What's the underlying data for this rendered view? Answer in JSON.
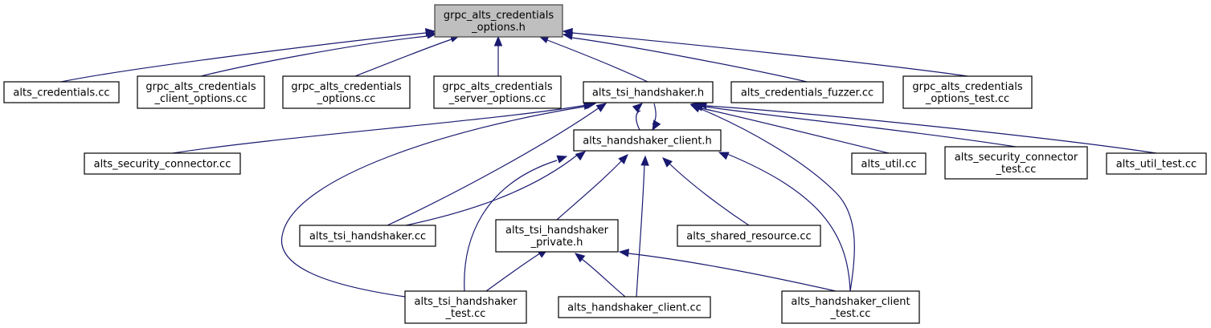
{
  "graph": {
    "type": "include-dependency-graph",
    "edge_color": "#191970",
    "root_fill": "#bfbfbf",
    "nodes": [
      {
        "id": "root",
        "lines": [
          "grpc_alts_credentials",
          "_options.h"
        ],
        "root": true
      },
      {
        "id": "n_alts_credentials_cc",
        "lines": [
          "alts_credentials.cc"
        ]
      },
      {
        "id": "n_client_options_cc",
        "lines": [
          "grpc_alts_credentials",
          "_client_options.cc"
        ]
      },
      {
        "id": "n_options_cc",
        "lines": [
          "grpc_alts_credentials",
          "_options.cc"
        ]
      },
      {
        "id": "n_server_options_cc",
        "lines": [
          "grpc_alts_credentials",
          "_server_options.cc"
        ]
      },
      {
        "id": "n_tsi_handshaker_h",
        "lines": [
          "alts_tsi_handshaker.h"
        ]
      },
      {
        "id": "n_fuzzer_cc",
        "lines": [
          "alts_credentials_fuzzer.cc"
        ]
      },
      {
        "id": "n_options_test_cc",
        "lines": [
          "grpc_alts_credentials",
          "_options_test.cc"
        ]
      },
      {
        "id": "n_security_connector_cc",
        "lines": [
          "alts_security_connector.cc"
        ]
      },
      {
        "id": "n_handshaker_client_h",
        "lines": [
          "alts_handshaker_client.h"
        ]
      },
      {
        "id": "n_util_cc",
        "lines": [
          "alts_util.cc"
        ]
      },
      {
        "id": "n_security_connector_test_cc",
        "lines": [
          "alts_security_connector",
          "_test.cc"
        ]
      },
      {
        "id": "n_util_test_cc",
        "lines": [
          "alts_util_test.cc"
        ]
      },
      {
        "id": "n_tsi_handshaker_cc",
        "lines": [
          "alts_tsi_handshaker.cc"
        ]
      },
      {
        "id": "n_tsi_handshaker_private_h",
        "lines": [
          "alts_tsi_handshaker",
          "_private.h"
        ]
      },
      {
        "id": "n_shared_resource_cc",
        "lines": [
          "alts_shared_resource.cc"
        ]
      },
      {
        "id": "n_tsi_handshaker_test_cc",
        "lines": [
          "alts_tsi_handshaker",
          "_test.cc"
        ]
      },
      {
        "id": "n_handshaker_client_cc",
        "lines": [
          "alts_handshaker_client.cc"
        ]
      },
      {
        "id": "n_handshaker_client_test_cc",
        "lines": [
          "alts_handshaker_client",
          "_test.cc"
        ]
      }
    ],
    "edges": [
      {
        "from": "n_alts_credentials_cc",
        "to": "root"
      },
      {
        "from": "n_client_options_cc",
        "to": "root"
      },
      {
        "from": "n_options_cc",
        "to": "root"
      },
      {
        "from": "n_server_options_cc",
        "to": "root"
      },
      {
        "from": "n_tsi_handshaker_h",
        "to": "root"
      },
      {
        "from": "n_fuzzer_cc",
        "to": "root"
      },
      {
        "from": "n_options_test_cc",
        "to": "root"
      },
      {
        "from": "n_security_connector_cc",
        "to": "n_tsi_handshaker_h"
      },
      {
        "from": "n_handshaker_client_h",
        "to": "n_tsi_handshaker_h"
      },
      {
        "from": "n_tsi_handshaker_h",
        "to": "n_handshaker_client_h"
      },
      {
        "from": "n_util_cc",
        "to": "n_tsi_handshaker_h"
      },
      {
        "from": "n_security_connector_test_cc",
        "to": "n_tsi_handshaker_h"
      },
      {
        "from": "n_util_test_cc",
        "to": "n_tsi_handshaker_h"
      },
      {
        "from": "n_tsi_handshaker_cc",
        "to": "n_tsi_handshaker_h"
      },
      {
        "from": "n_tsi_handshaker_test_cc",
        "to": "n_tsi_handshaker_h"
      },
      {
        "from": "n_handshaker_client_test_cc",
        "to": "n_tsi_handshaker_h"
      },
      {
        "from": "n_tsi_handshaker_cc",
        "to": "n_handshaker_client_h"
      },
      {
        "from": "n_tsi_handshaker_private_h",
        "to": "n_handshaker_client_h"
      },
      {
        "from": "n_shared_resource_cc",
        "to": "n_handshaker_client_h"
      },
      {
        "from": "n_tsi_handshaker_test_cc",
        "to": "n_handshaker_client_h"
      },
      {
        "from": "n_handshaker_client_cc",
        "to": "n_handshaker_client_h"
      },
      {
        "from": "n_handshaker_client_test_cc",
        "to": "n_handshaker_client_h"
      },
      {
        "from": "n_tsi_handshaker_test_cc",
        "to": "n_tsi_handshaker_private_h"
      },
      {
        "from": "n_handshaker_client_cc",
        "to": "n_tsi_handshaker_private_h"
      },
      {
        "from": "n_handshaker_client_test_cc",
        "to": "n_tsi_handshaker_private_h"
      }
    ]
  }
}
